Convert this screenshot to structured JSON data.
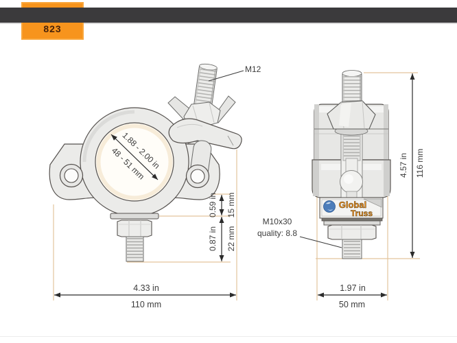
{
  "header": {
    "product_number": "823"
  },
  "colors": {
    "accent_orange": "#f7941d",
    "top_bar": "#3b3a3c",
    "extension_line": "#e3c49c",
    "ink": "#3c3c3c"
  },
  "front_view": {
    "rod_label": "M12",
    "bore_range_in": "1.88 - 2.00 in",
    "bore_range_mm": "48 - 51 mm",
    "flange_height_in": "0.59 in",
    "flange_height_mm": "15 mm",
    "bolt_height_in": "0.87 in",
    "bolt_height_mm": "22 mm",
    "overall_width_in": "4.33 in",
    "overall_width_mm": "110 mm"
  },
  "side_view": {
    "bolt_spec_line1": "M10x30",
    "bolt_spec_line2": "quality: 8.8",
    "overall_height_in": "4.57 in",
    "overall_height_mm": "116 mm",
    "overall_width_in": "1.97 in",
    "overall_width_mm": "50 mm",
    "logo_word1": "Global",
    "logo_word2": "Truss"
  }
}
